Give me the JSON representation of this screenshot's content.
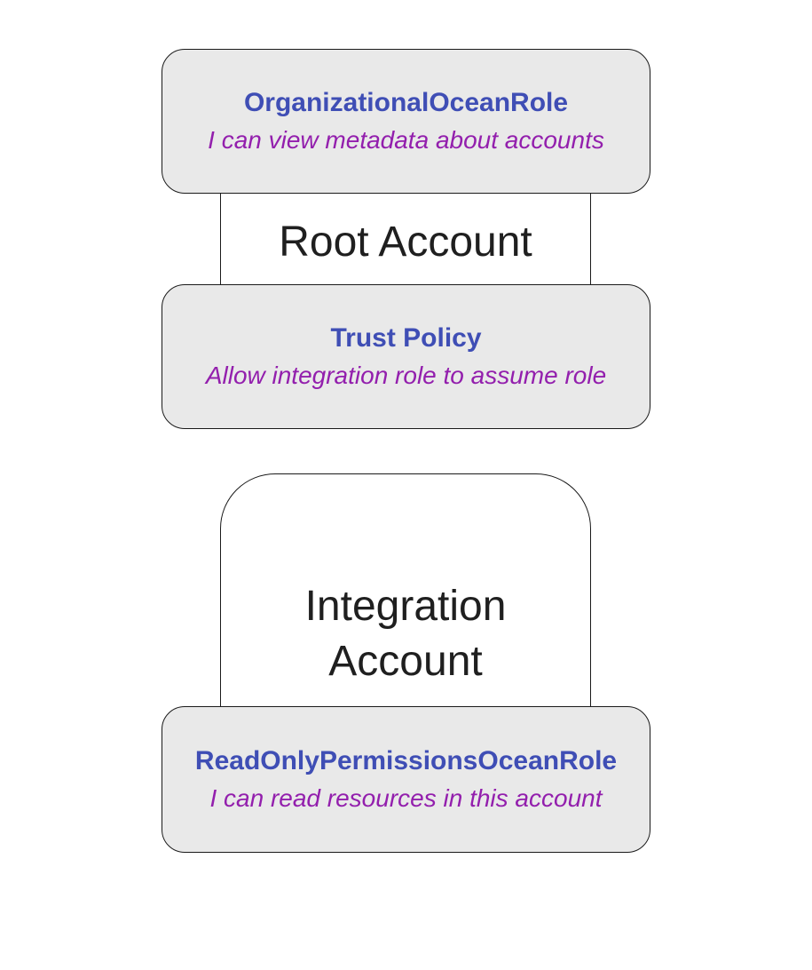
{
  "diagram": {
    "type": "flowchart",
    "background": "#ffffff",
    "colors": {
      "node_fill": "#e9e9e9",
      "node_border": "#1a1a1a",
      "container_border": "#1a1a1a",
      "role_name_color": "#3f4eb5",
      "role_description_color": "#931fad",
      "account_label_color": "#1f1f1f"
    },
    "root_account": {
      "label": "Root Account",
      "roles": [
        {
          "name": "OrganizationalOceanRole",
          "description": "I can view metadata about accounts"
        },
        {
          "name": "Trust Policy",
          "description": "Allow integration role to assume role"
        }
      ]
    },
    "integration_account": {
      "label_lines": [
        "Integration",
        "Account"
      ],
      "roles": [
        {
          "name": "ReadOnlyPermissionsOceanRole",
          "description": "I can read resources in this account"
        }
      ]
    }
  }
}
